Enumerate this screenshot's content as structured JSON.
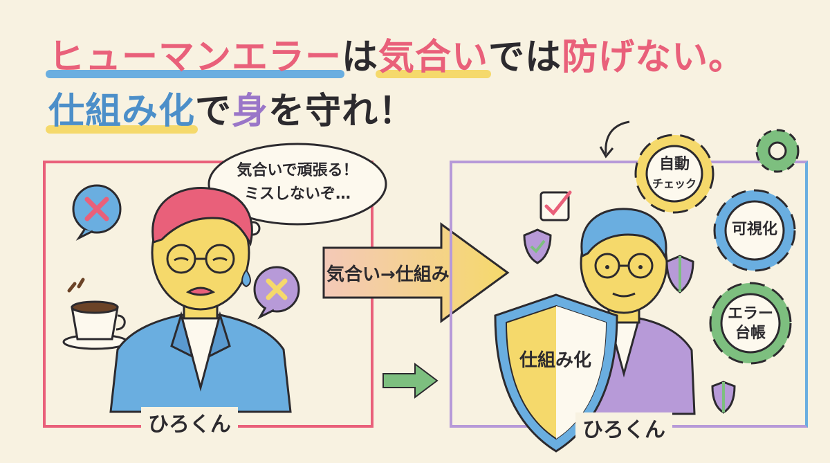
{
  "title": {
    "line1": {
      "part1": "ヒューマンエラー",
      "part2": "は",
      "part3": "気合い",
      "part4": "では",
      "part5": "防げない。"
    },
    "line2": {
      "part1": "仕組み化",
      "part2": "で",
      "part3": "身",
      "part4": "を",
      "part5": "守れ！"
    }
  },
  "left": {
    "thought": [
      "気合いで頑張る！",
      "ミスしないぞ…"
    ],
    "name": "ひろくん"
  },
  "arrow": {
    "label": "気合い→仕組み"
  },
  "right": {
    "shield_label": "仕組み化",
    "gears": {
      "auto_check_line1": "自動",
      "auto_check_line2": "チェック",
      "visualize": "可視化",
      "ledger_line1": "エラー",
      "ledger_line2": "台帳"
    },
    "name": "ひろくん"
  },
  "colors": {
    "background": "#f8f2e1",
    "pink": "#e9607a",
    "blue": "#6aaee0",
    "yellow": "#f5d96b",
    "purple": "#b79ad8",
    "green": "#7dbf7f",
    "peach": "#f4c9b8"
  }
}
